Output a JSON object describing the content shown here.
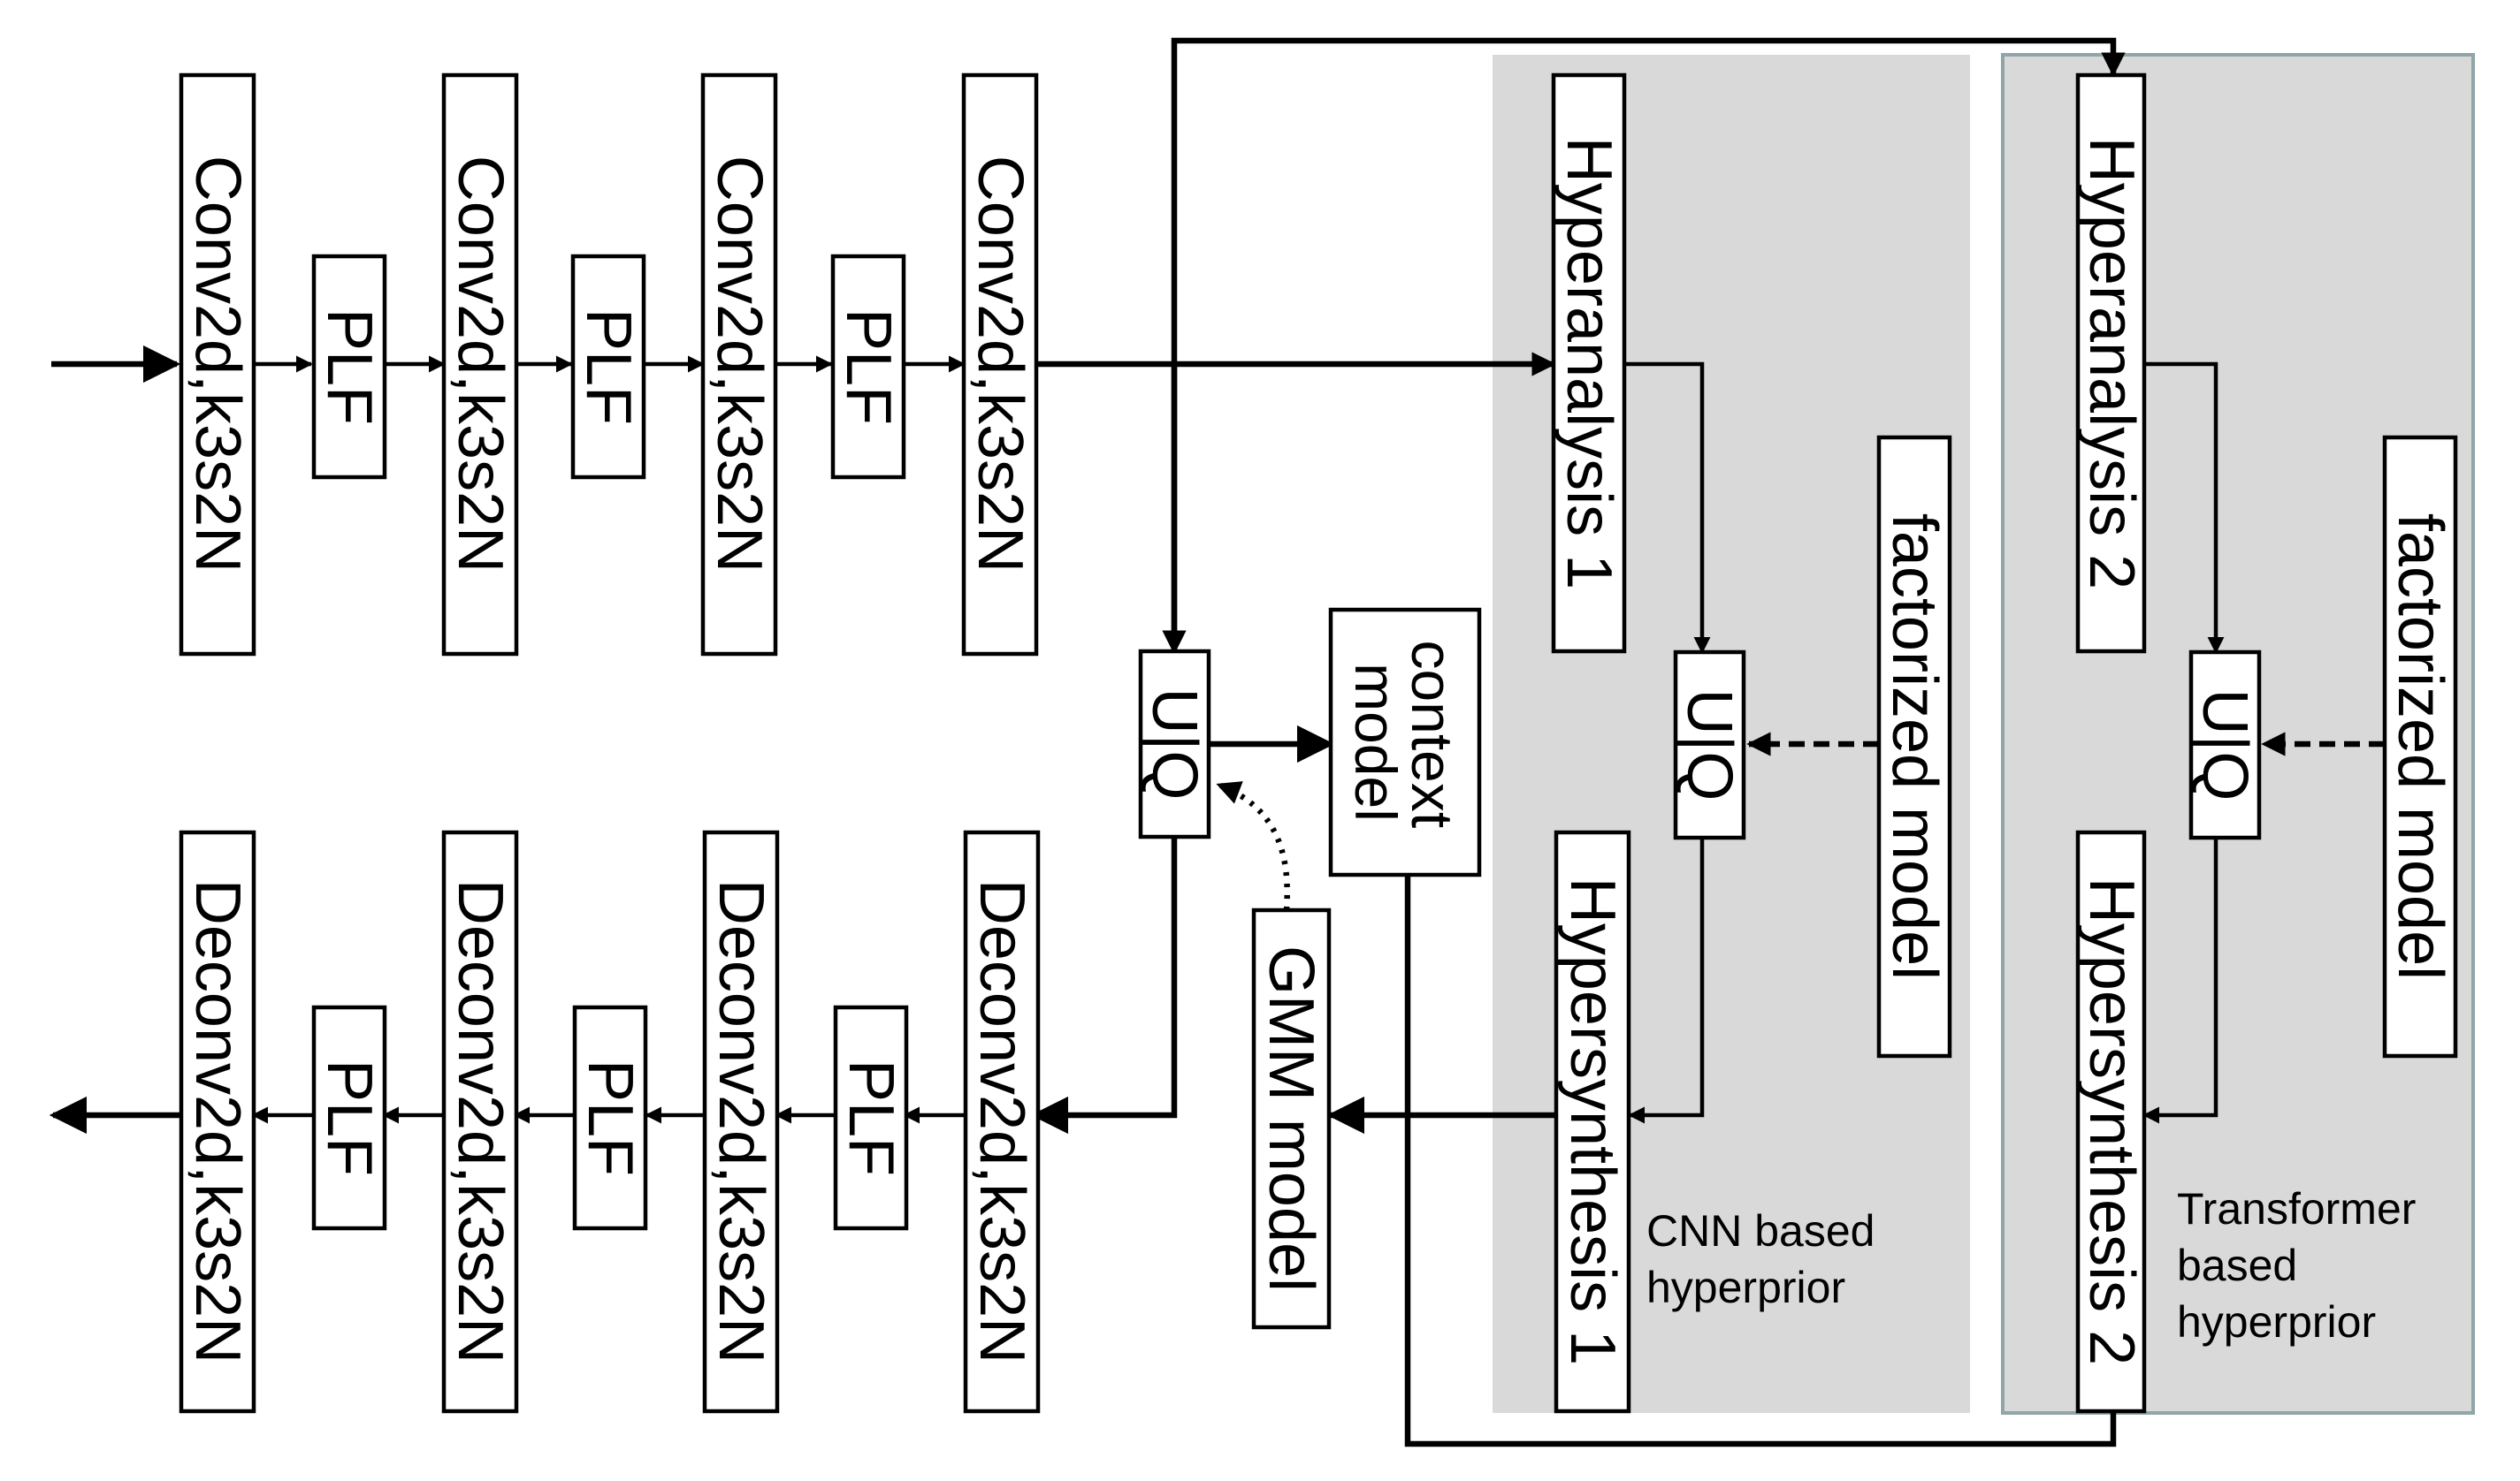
{
  "encoder": {
    "conv_blocks": [
      "Conv2d,k3s2N",
      "Conv2d,k3s2N",
      "Conv2d,k3s2N",
      "Conv2d,k3s2N"
    ],
    "plf_blocks": [
      "PLF",
      "PLF",
      "PLF"
    ]
  },
  "decoder": {
    "deconv_blocks": [
      "Deconv2d,k3s2N",
      "Deconv2d,k3s2N",
      "Deconv2d,k3s2N",
      "Deconv2d,k3s2N"
    ],
    "plf_blocks": [
      "PLF",
      "PLF",
      "PLF"
    ]
  },
  "main_quantizer": "U|Q",
  "context_model": [
    "context",
    "model"
  ],
  "gmm_model": "GMM model",
  "cnn_hyperprior": {
    "analysis": "Hyperanalysis 1",
    "synthesis": "Hypersynthesis 1",
    "quantizer": "U|Q",
    "entropy_model": "factorized model",
    "caption": [
      "CNN based",
      "hyperprior"
    ]
  },
  "transformer_hyperprior": {
    "analysis": "Hyperanalysis 2",
    "synthesis": "Hypersynthesis 2",
    "quantizer": "U|Q",
    "entropy_model": "factorized model",
    "caption": [
      "Transformer",
      "based",
      "hyperprior"
    ]
  }
}
